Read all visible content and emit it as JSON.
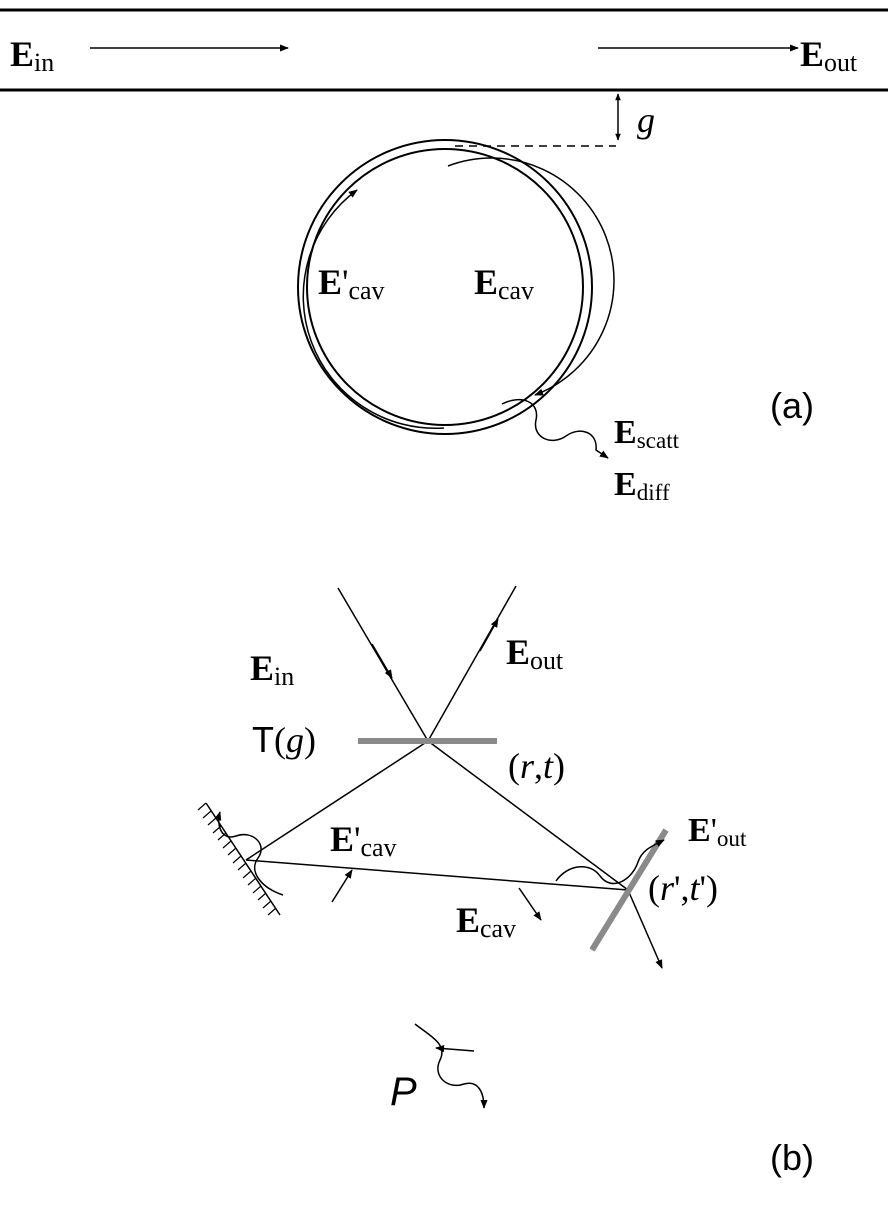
{
  "panel_a": {
    "tag": "(a)",
    "e_in": {
      "main": "E",
      "sub": "in"
    },
    "e_out": {
      "main": "E",
      "sub": "out"
    },
    "gap": "g",
    "e_cav_cw": {
      "main": "E",
      "sub": "cav"
    },
    "e_cav_ccw": {
      "main": "E",
      "prime": "'",
      "sub": "cav"
    },
    "e_scatt": {
      "main": "E",
      "sub": "scatt"
    },
    "e_diff": {
      "main": "E",
      "sub": "diff"
    }
  },
  "panel_b": {
    "tag": "(b)",
    "e_in": {
      "main": "E",
      "sub": "in"
    },
    "e_out": {
      "main": "E",
      "sub": "out"
    },
    "coupler": {
      "fn": "T",
      "open": "(",
      "arg": "g",
      "close": ")"
    },
    "coupler_coeffs": {
      "open": "(",
      "r": "r",
      "comma": ",",
      "t": "t",
      "close": ")"
    },
    "e_cav_prime": {
      "main": "E",
      "prime": "'",
      "sub": "cav"
    },
    "e_cav": {
      "main": "E",
      "sub": "cav"
    },
    "e_out_prime": {
      "main": "E",
      "prime": "'",
      "sub": "out"
    },
    "mirror_coeffs": {
      "open": "(",
      "r": "r",
      "rprime": "'",
      "comma": ",",
      "t": "t",
      "tprime": "'",
      "close": ")"
    },
    "loss": "P"
  },
  "colors": {
    "ink": "#000000",
    "coupler": "#8a8a8a"
  }
}
